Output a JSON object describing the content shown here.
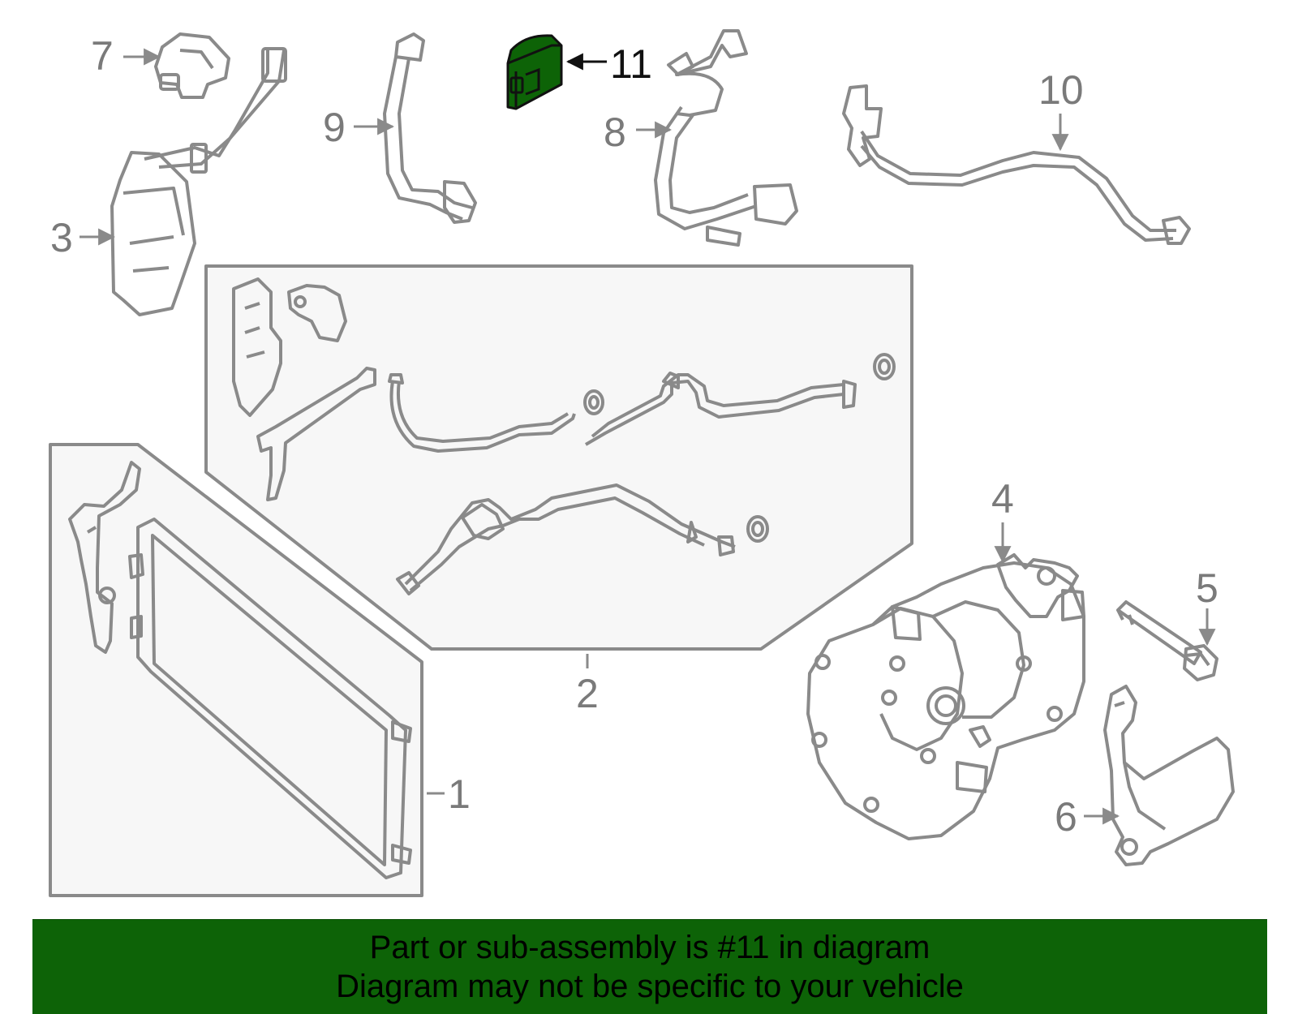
{
  "callouts": {
    "c1": "1",
    "c2": "2",
    "c3": "3",
    "c4": "4",
    "c5": "5",
    "c6": "6",
    "c7": "7",
    "c8": "8",
    "c9": "9",
    "c10": "10",
    "c11": "11"
  },
  "banner": {
    "line1": "Part or sub-assembly is #11 in diagram",
    "line2": "Diagram may not be specific to your vehicle"
  },
  "colors": {
    "highlight": "#0d6307",
    "outline": "#8a8a8a",
    "box_fill": "#f7f7f7"
  }
}
